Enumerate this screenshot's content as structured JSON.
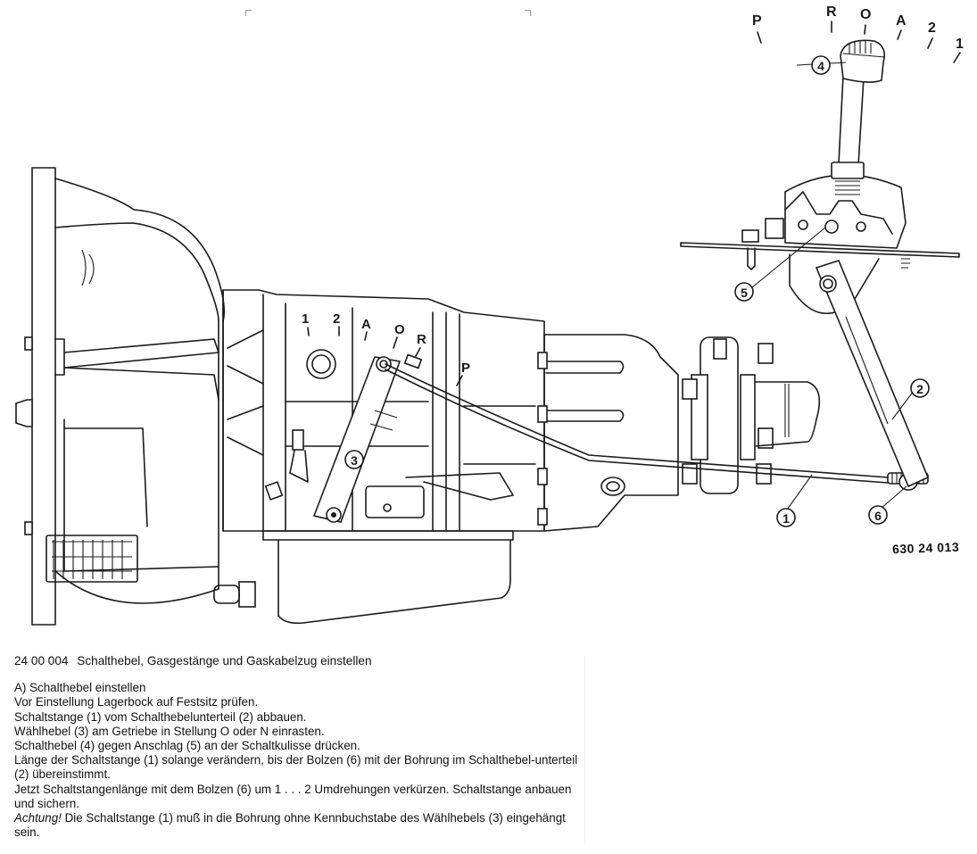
{
  "figure": {
    "drawing_number": "630 24 013",
    "selector_positions_lever": [
      "P",
      "R",
      "O",
      "A",
      "2",
      "1"
    ],
    "selector_positions_gearbox": [
      "1",
      "2",
      "A",
      "O",
      "R",
      "P"
    ],
    "callouts": [
      {
        "number": "1",
        "part": "Schaltstange"
      },
      {
        "number": "2",
        "part": "Schalthebelunterteil"
      },
      {
        "number": "3",
        "part": "Wählhebel"
      },
      {
        "number": "4",
        "part": "Schalthebel"
      },
      {
        "number": "5",
        "part": "Anschlag"
      },
      {
        "number": "6",
        "part": "Bolzen"
      }
    ]
  },
  "section": {
    "code": "24 00 004",
    "title": "Schalthebel, Gasgestänge und Gaskabelzug einstellen",
    "subsection": "A) Schalthebel einstellen",
    "steps": [
      "Vor Einstellung Lagerbock auf Festsitz prüfen.",
      "Schaltstange (1) vom Schalthebelunterteil (2) abbauen.",
      "Wählhebel (3) am Getriebe in Stellung O oder N einrasten.",
      "Schalthebel (4) gegen Anschlag (5) an der Schaltkulisse drücken.",
      "Länge der Schaltstange (1) solange verändern, bis der Bolzen (6) mit der Bohrung im Schalthebel-unterteil (2) übereinstimmt.",
      "Jetzt Schaltstangenlänge mit dem Bolzen (6) um 1 . . . 2 Umdrehungen verkürzen. Schaltstange anbauen und sichern."
    ],
    "warning_label": "Achtung!",
    "warning_text": "Die Schaltstange (1) muß in die Bohrung ohne Kennbuchstabe des Wählhebels (3) eingehängt sein."
  }
}
